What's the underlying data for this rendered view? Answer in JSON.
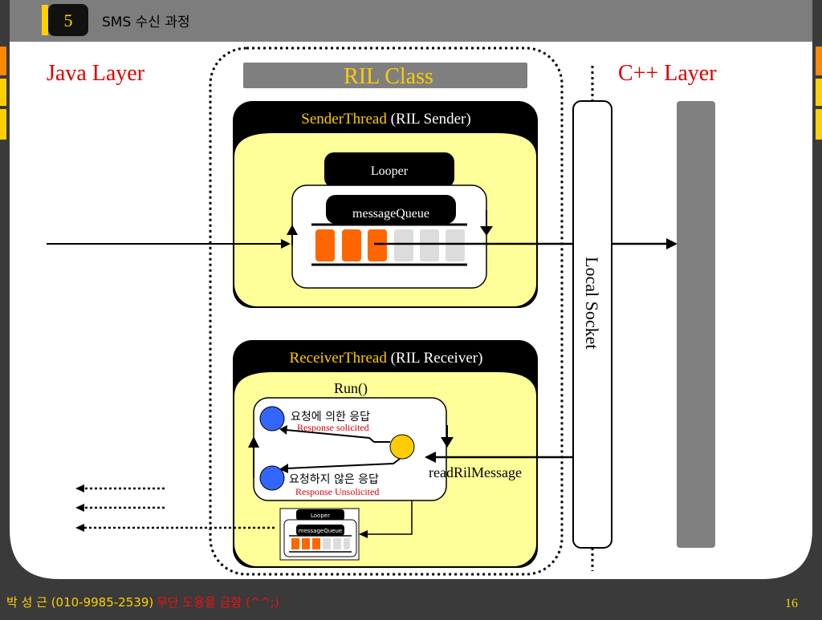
{
  "header": {
    "slide_badge": "5",
    "title": "SMS 수신 과정"
  },
  "layers": {
    "java": "Java Layer",
    "cpp": "C++ Layer"
  },
  "ril_class": {
    "title": "RIL Class"
  },
  "sender_thread": {
    "name": "SenderThread",
    "role": "(RIL Sender)",
    "looper": "Looper",
    "message_queue": "messageQueue"
  },
  "receiver_thread": {
    "name": "ReceiverThread",
    "role": "(RIL Receiver)",
    "run": "Run()",
    "solicited_kr": "요청에 의한 응답",
    "solicited_en": "Response solicited",
    "unsolicited_kr": "요청하지 않은 응답",
    "unsolicited_en": "Response Unsolicited",
    "mini_looper": "Looper",
    "mini_message_queue": "messageQueue"
  },
  "local_socket": "Local Socket",
  "read_message": "readRilMessage",
  "footer": {
    "author": "박 성 근 (010-9985-2539)",
    "notice": "무단 도용을 금함 (^^;)",
    "page_number": "16"
  },
  "colors": {
    "background": "#3a3a3a",
    "slide": "#ffffff",
    "header_bar": "#7d7d7d",
    "thread_fill": "#ffff99",
    "accent_orange": "#ff6600",
    "layer_red": "#dd0000",
    "thread_name_gold": "#ffcc00",
    "node_blue": "#3366ff",
    "node_yellow": "#ffcc00",
    "footer_red": "#ee1111"
  }
}
